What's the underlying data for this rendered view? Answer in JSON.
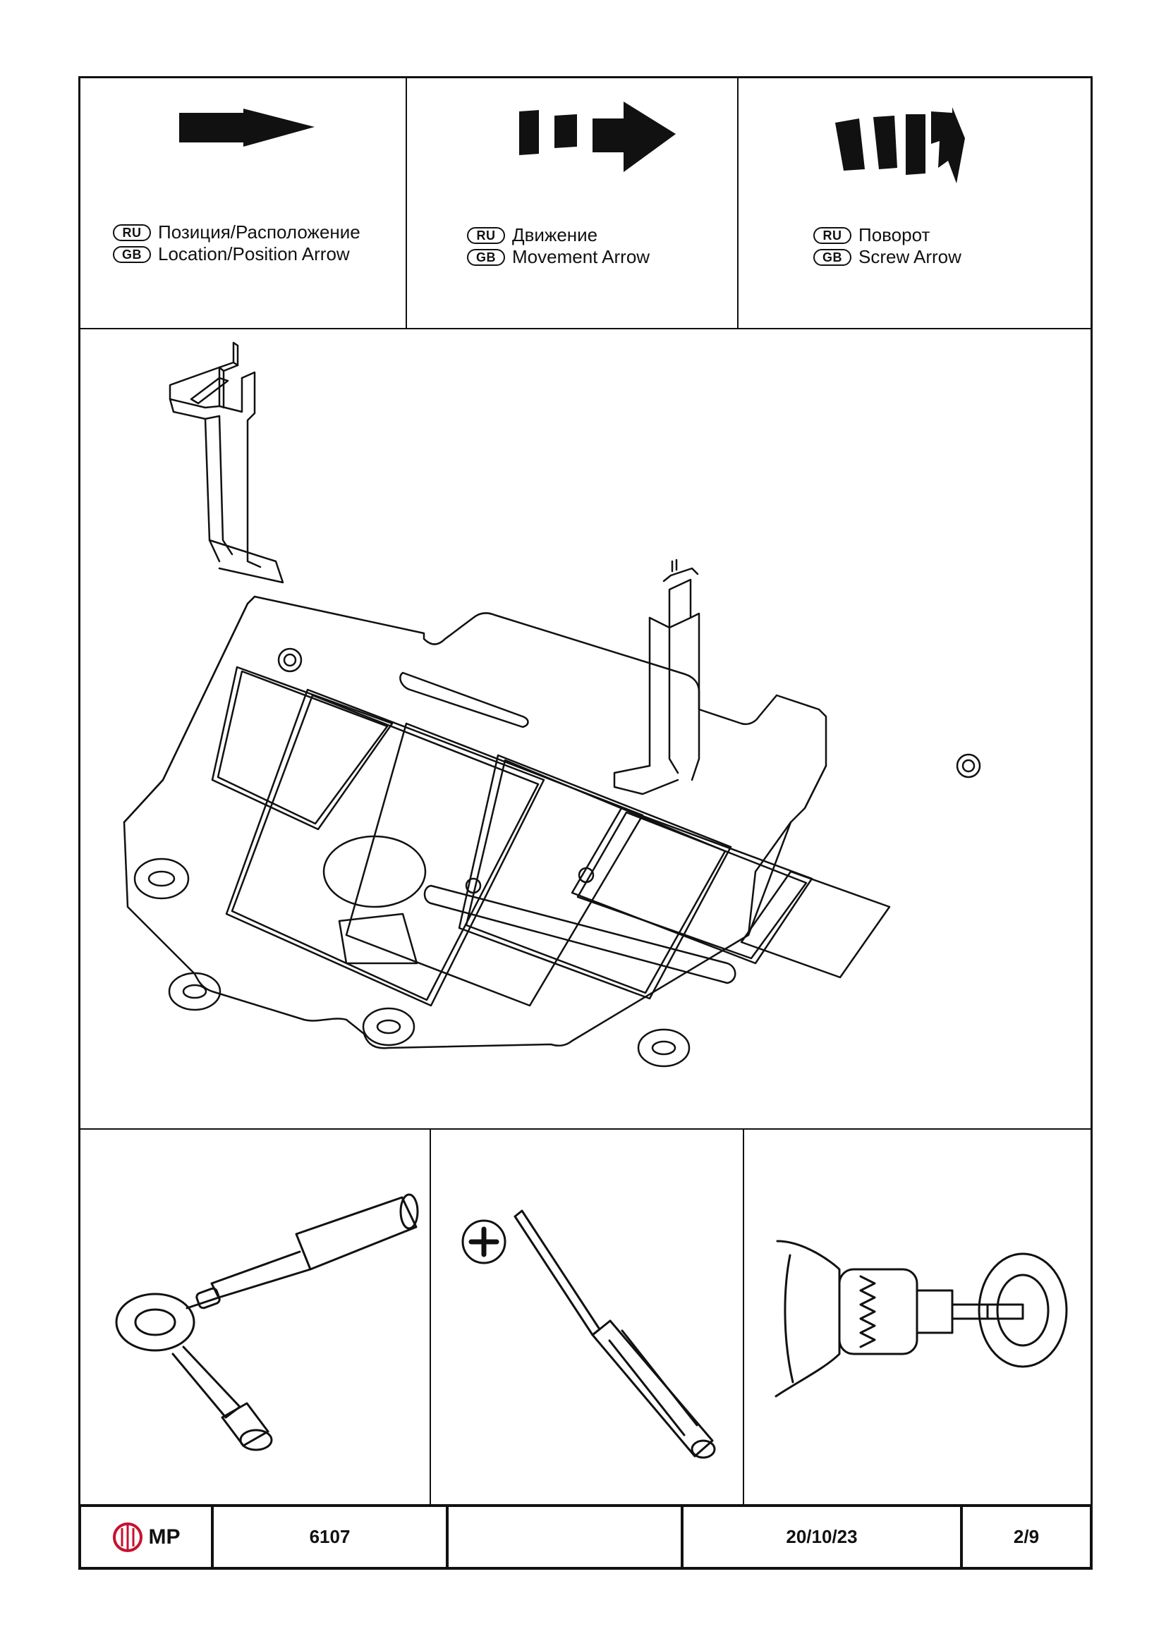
{
  "legend": [
    {
      "ru_code": "RU",
      "ru_text": "Позиция/Расположение",
      "gb_code": "GB",
      "gb_text": "Location/Position Arrow",
      "icon": "location-arrow-icon"
    },
    {
      "ru_code": "RU",
      "ru_text": "Движение",
      "gb_code": "GB",
      "gb_text": "Movement Arrow",
      "icon": "movement-arrow-icon"
    },
    {
      "ru_code": "RU",
      "ru_text": "Поворот",
      "gb_code": "GB",
      "gb_text": "Screw Arrow",
      "icon": "screw-arrow-icon"
    }
  ],
  "tools": [
    "ratchet-wrench-icon",
    "phillips-screwdriver-icon",
    "drill-hole-saw-icon"
  ],
  "footer": {
    "logo_text": "MP",
    "part_number": "6107",
    "blank": "",
    "date": "20/10/23",
    "page": "2/9"
  },
  "colors": {
    "brand": "#c8102e",
    "ink": "#111111"
  }
}
